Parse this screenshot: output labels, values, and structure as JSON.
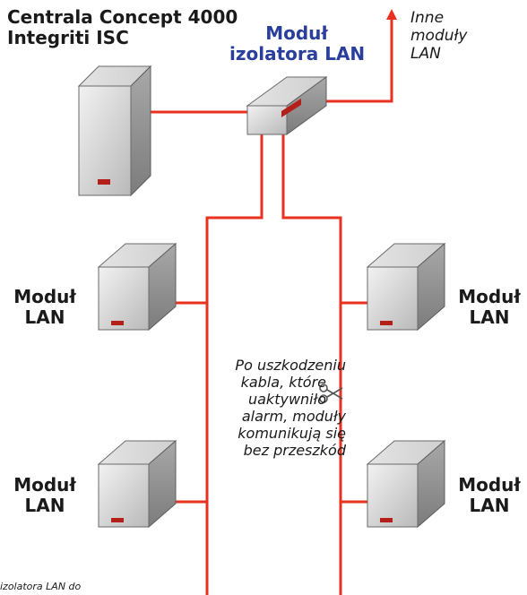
{
  "central": {
    "line1": "Centrala Concept 4000",
    "line2": "Integriti ISC"
  },
  "isolator": {
    "line1": "Moduł",
    "line2": "izolatora LAN"
  },
  "other": {
    "line1": "Inne",
    "line2": "moduły",
    "line3": "LAN"
  },
  "module_label": {
    "line1": "Moduł",
    "line2": "LAN"
  },
  "note": {
    "line1": "Po uszkodzeniu",
    "line2": "kabla, które",
    "line3": "uaktywniło",
    "line4": "alarm, moduły",
    "line5": "komunikują się",
    "line6": "bez przeszkód"
  },
  "caption": "izolatora LAN do",
  "colors": {
    "cable": "#e8311f",
    "device": "#c9c9c9",
    "indicator": "#b3201a",
    "title_blue": "#2a3e9c"
  },
  "icons": {
    "cut": "scissors-icon",
    "arrow": "arrow-up-icon"
  }
}
